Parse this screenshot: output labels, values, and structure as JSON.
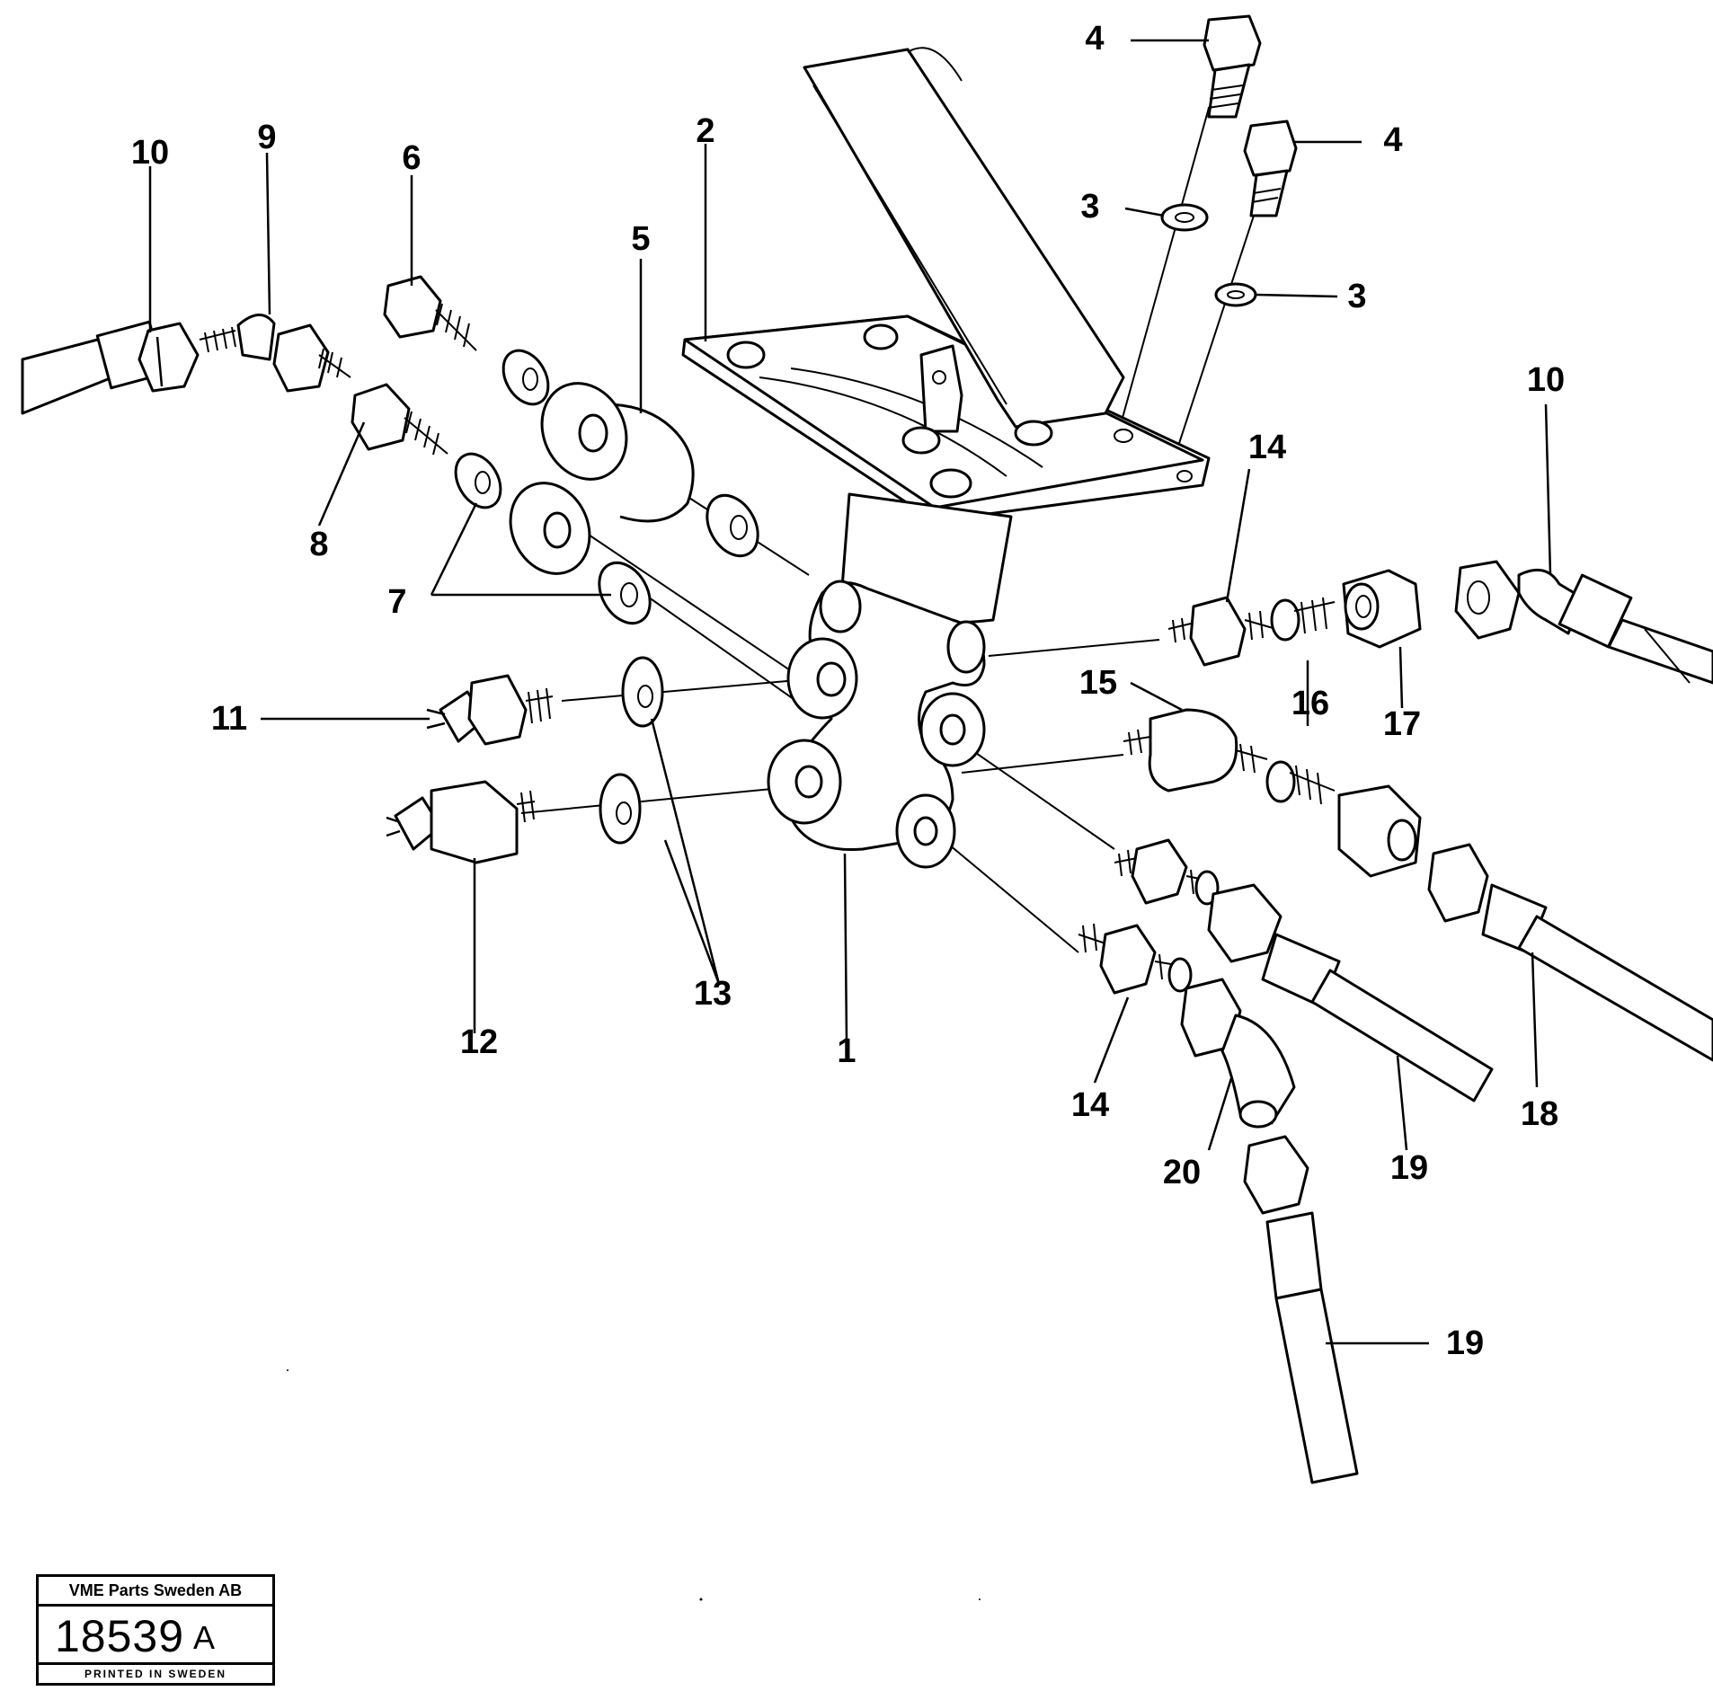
{
  "callouts": {
    "c1": "1",
    "c2": "2",
    "c3a": "3",
    "c3b": "3",
    "c4a": "4",
    "c4b": "4",
    "c5": "5",
    "c6": "6",
    "c7": "7",
    "c8": "8",
    "c9": "9",
    "c10a": "10",
    "c10b": "10",
    "c11": "11",
    "c12": "12",
    "c13": "13",
    "c14a": "14",
    "c14b": "14",
    "c15": "15",
    "c16": "16",
    "c17": "17",
    "c18": "18",
    "c19a": "19",
    "c19b": "19",
    "c20": "20"
  },
  "title_block": {
    "company": "VME Parts Sweden AB",
    "drawing_number": "18539",
    "revision": "A",
    "printed": "PRINTED IN SWEDEN"
  }
}
